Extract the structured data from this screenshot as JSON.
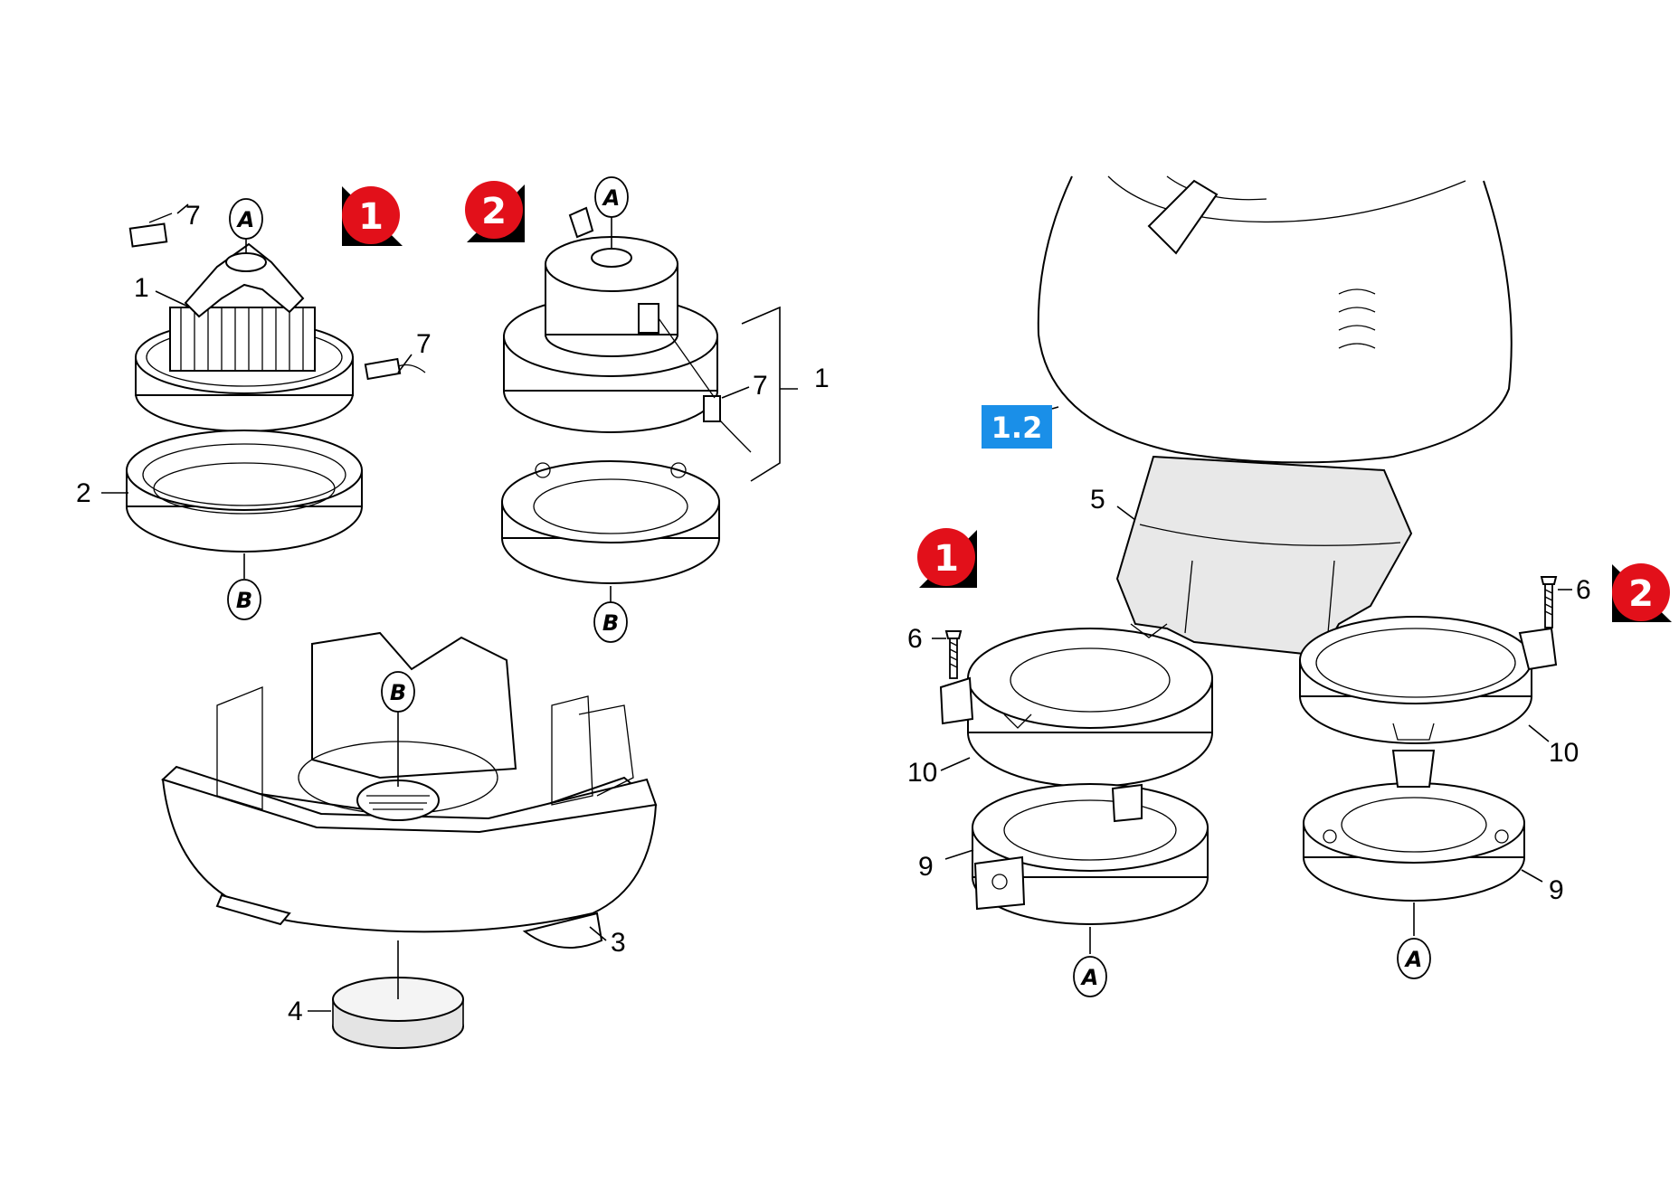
{
  "views": {
    "left": {
      "badges": [
        "1",
        "2"
      ],
      "callouts": {
        "motor_top_1": "A",
        "motor_bottom_1": "B",
        "motor_top_2": "A",
        "motor_bottom_2": "B",
        "housing": "B"
      },
      "labels": {
        "brush_upper": "7",
        "motor": "1",
        "brush_right": "7",
        "seal_ring": "2",
        "brush_2": "7",
        "motor_2": "1",
        "housing": "3",
        "filter": "4"
      }
    },
    "right": {
      "reference_tag": "1.2",
      "badges": [
        "1",
        "2"
      ],
      "callouts": {
        "bottom_1": "A",
        "bottom_2": "A"
      },
      "labels": {
        "sleeve": "5",
        "screw_1": "6",
        "ring_1": "10",
        "flange_1": "9",
        "screw_2": "6",
        "ring_2": "10",
        "flange_2": "9"
      }
    }
  },
  "colors": {
    "badge": "#e2101a",
    "reference_tag": "#1a8fe8",
    "sleeve": "#e8e8e8",
    "filter": "#e4e4e4"
  }
}
